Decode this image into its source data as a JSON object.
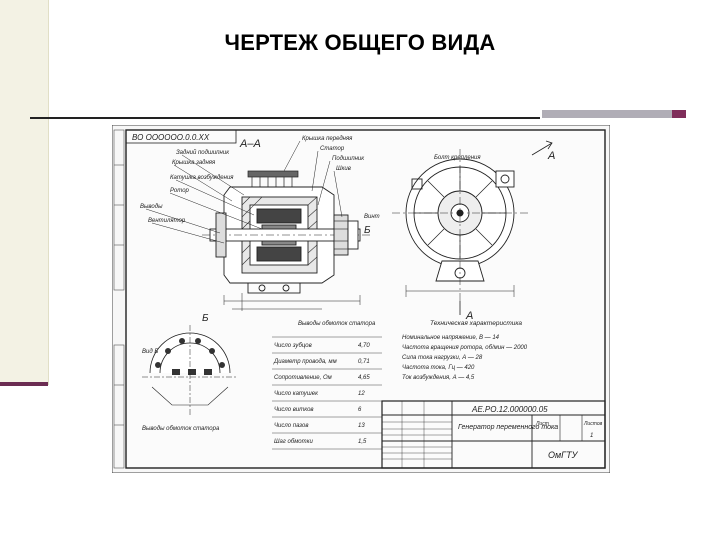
{
  "slide": {
    "title": "ЧЕРТЕЖ ОБЩЕГО ВИДА"
  },
  "drawing": {
    "doc_code_rotated": "ВО ОООООО.0.0.ХХ",
    "section_label": "А–А",
    "view_label": "Б",
    "section_mark": "А",
    "side_mark": "Б",
    "callouts_left": [
      "Задний подшипник",
      "Крышка задняя",
      "Катушка возбуждения",
      "Ротор",
      "Выводы",
      "Вентилятор"
    ],
    "callouts_top": [
      "Крышка передняя",
      "Статор",
      "Подшипник",
      "Шкив"
    ],
    "callouts_right_view": [
      "Болт крепления",
      "Винт"
    ],
    "spec_title": "Техническая характеристика",
    "spec_lines": [
      "Номинальное напряжение, В — 14",
      "Частота вращения ротора, об/мин — 2000",
      "Сила тока нагрузки, А — 28",
      "Частота тока, Гц — 420",
      "Ток возбуждения, А — 4,5"
    ],
    "table_title": "Выводы обмоток статора",
    "table_rows": [
      [
        "Число зубцов",
        "4,70"
      ],
      [
        "Диаметр провода, мм",
        "0,71"
      ],
      [
        "Сопротивление, Ом",
        "4,65"
      ],
      [
        "Число катушек",
        "12"
      ],
      [
        "Число витков",
        "6"
      ],
      [
        "Число пазов",
        "13"
      ],
      [
        "Шаг обмотки",
        "1,5"
      ]
    ],
    "view_b_label": "Вид Б",
    "title_block": {
      "doc_number": "АЕ.РО.12.000000.05",
      "name": "Генератор переменного тока",
      "sheet_label": "Лист",
      "sheets_label": "Листов",
      "sheets_count": "1",
      "org": "ОмГТУ"
    }
  }
}
